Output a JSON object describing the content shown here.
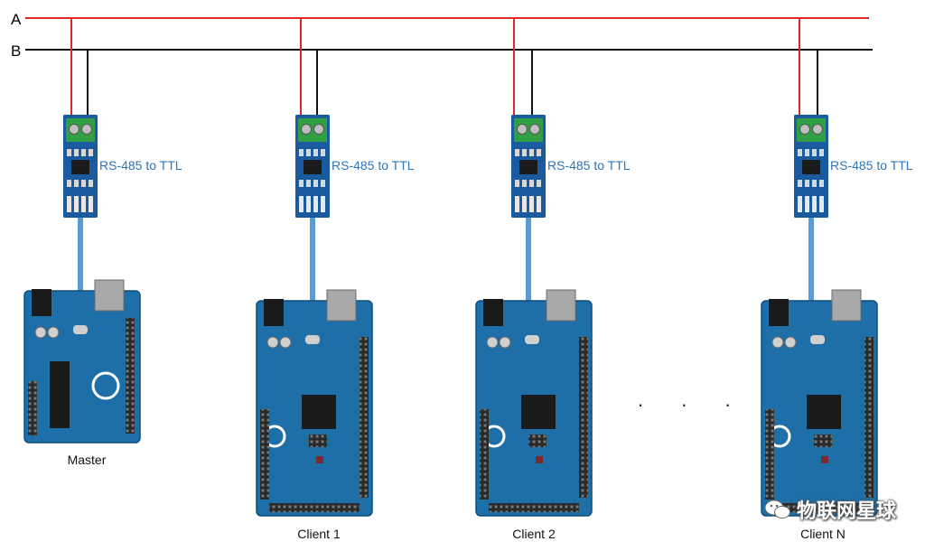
{
  "bus": {
    "a_label": "A",
    "b_label": "B",
    "a_color": "#e0242b",
    "b_color": "#111111"
  },
  "converter_label": "RS-485 to TTL",
  "colors": {
    "label_blue": "#2e75b6",
    "link_blue": "#5b9bd5",
    "board_blue": "#1e6fa8",
    "module_blue": "#1a5a9e"
  },
  "nodes": [
    {
      "name": "Master",
      "board": "uno"
    },
    {
      "name": "Client 1",
      "board": "mega"
    },
    {
      "name": "Client 2",
      "board": "mega"
    },
    {
      "name": "Client N",
      "board": "mega"
    }
  ],
  "ellipsis": ". . .",
  "watermark": "物联网星球"
}
